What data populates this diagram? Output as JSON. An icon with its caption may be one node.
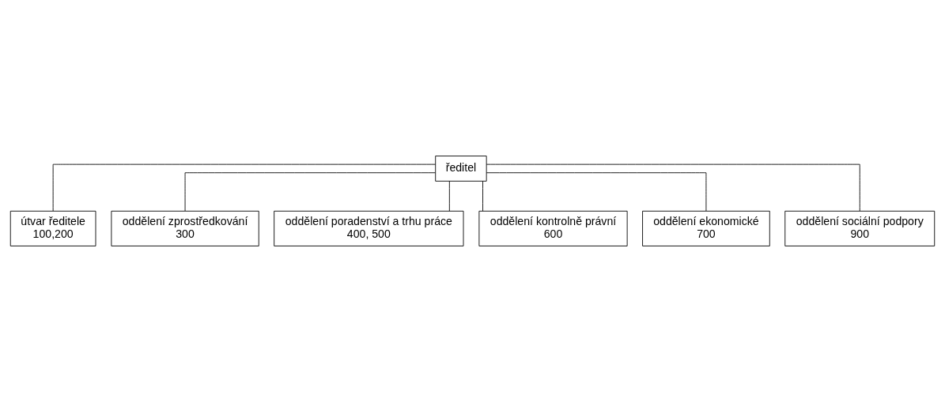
{
  "diagram": {
    "nodes": [
      {
        "text": [
          "ředitel"
        ]
      },
      {
        "text": [
          "útvar ředitele",
          "100,200"
        ]
      },
      {
        "text": [
          "oddělení zprostředkování",
          "300"
        ]
      },
      {
        "text": [
          "oddělení poradenství a trhu práce",
          "400, 500"
        ]
      },
      {
        "text": [
          "oddělení kontrolně právní",
          "600"
        ]
      },
      {
        "text": [
          "oddělení ekonomické",
          "700"
        ]
      },
      {
        "text": [
          "oddělení sociální podpory",
          "900"
        ]
      }
    ],
    "edges": [
      {
        "from": 0,
        "to": 1,
        "arrow": "none"
      },
      {
        "from": 0,
        "to": 2,
        "arrow": "none"
      },
      {
        "from": 0,
        "to": 3,
        "arrow": "none"
      },
      {
        "from": 0,
        "to": 4,
        "arrow": "none"
      },
      {
        "from": 0,
        "to": 5,
        "arrow": "none"
      },
      {
        "from": 0,
        "to": 6,
        "arrow": "none"
      }
    ]
  }
}
